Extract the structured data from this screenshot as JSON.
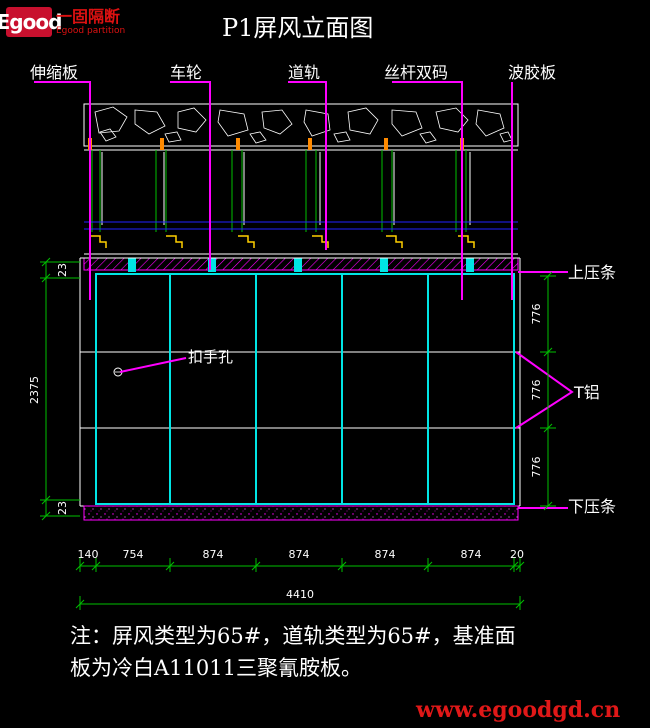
{
  "header": {
    "logo_mark": "Egood",
    "logo_cn": "一固隔断",
    "logo_en": "Egood partition",
    "title": "P1屏风立面图"
  },
  "callouts": {
    "expansion_plate": "伸缩板",
    "wheel": "车轮",
    "track": "道轨",
    "screw_rod": "丝杆双码",
    "corrugated_board": "波胶板",
    "upper_strip": "上压条",
    "t_aluminum": "T铝",
    "lower_strip": "下压条",
    "handle_hole": "扣手孔"
  },
  "dimensions": {
    "overall_height": "2375",
    "top_gap": "23",
    "bottom_gap": "23",
    "section_1": "776",
    "section_2": "776",
    "section_3": "776",
    "widths": [
      "140",
      "754",
      "874",
      "874",
      "874",
      "874",
      "20"
    ],
    "overall_width": "4410"
  },
  "note": "注：屏风类型为65#，道轨类型为65#，基准面板为冷白A11011三聚氰胺板。",
  "website": "www.egoodgd.cn",
  "colors": {
    "panel_line": "#00e5e5",
    "callout_line": "#ff00ff",
    "dimension_line": "#00c000",
    "guide_line": "#2222ff",
    "website": "#e01818"
  }
}
